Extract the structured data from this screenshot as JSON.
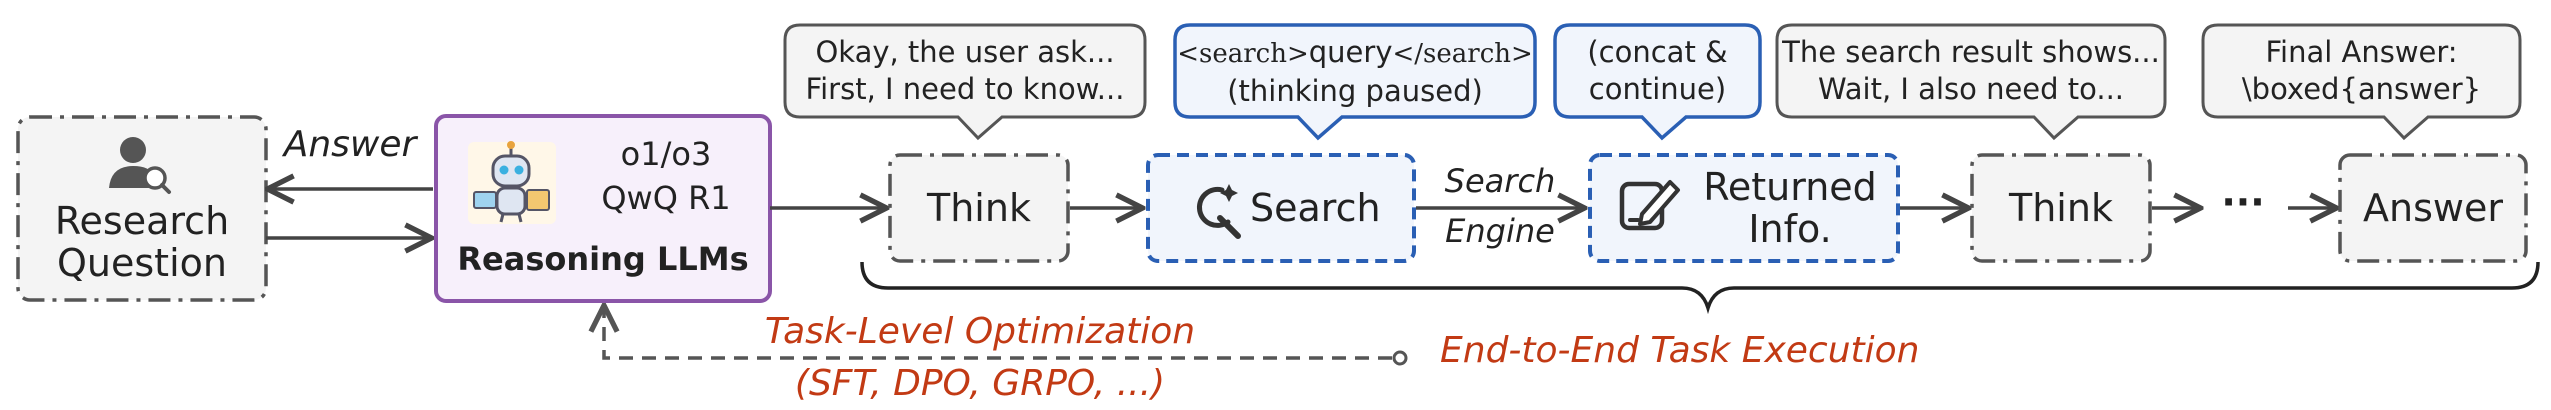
{
  "research": {
    "label_line1": "Research",
    "label_line2": "Question"
  },
  "answer_edge_label": "Answer",
  "llm": {
    "models_line1": "o1/o3",
    "models_line2": "QwQ  R1",
    "title": "Reasoning LLMs"
  },
  "think1": {
    "label": "Think"
  },
  "search": {
    "label": "Search"
  },
  "engine_label": {
    "line1": "Search",
    "line2": "Engine"
  },
  "returned": {
    "line1": "Returned",
    "line2": "Info."
  },
  "think2": {
    "label": "Think"
  },
  "ellipsis": "···",
  "final": {
    "label": "Answer"
  },
  "bubbles": {
    "b1": {
      "line1": "Okay, the user ask...",
      "line2": "First, I need to know..."
    },
    "b2": {
      "tag_open": "<search>",
      "query": "query",
      "tag_close": "</search>",
      "line2": "(thinking paused)"
    },
    "b3": {
      "line1": "(concat &",
      "line2": "continue)"
    },
    "b4": {
      "line1": "The search result shows...",
      "line2": "Wait, I also need to..."
    },
    "b5": {
      "line1": "Final Answer:",
      "line2": "\\boxed{answer}"
    }
  },
  "task_opt": {
    "line1": "Task-Level Optimization",
    "line2": "(SFT, DPO, GRPO, ...)"
  },
  "e2e_label": "End-to-End Task Execution",
  "colors": {
    "gray_border": "#555555",
    "blue_border": "#2a5fb4",
    "purple_border": "#8a55a8",
    "purple_fill": "#f7f0fb",
    "box_fill": "#f4f4f4",
    "blue_fill": "#f1f5fc",
    "orange_text": "#c23a14"
  },
  "icons": [
    "person-search-icon",
    "robot-icon",
    "magnifier-icon",
    "edit-note-icon"
  ]
}
